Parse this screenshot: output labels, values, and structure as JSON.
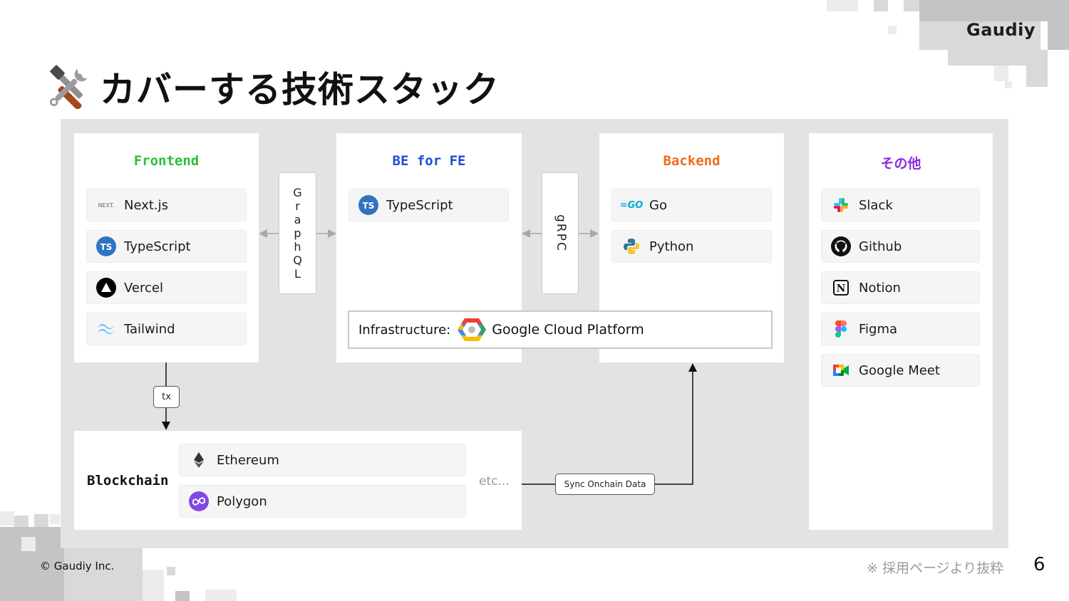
{
  "brand": {
    "logo": "Gaudiy"
  },
  "title": "カバーする技術スタック",
  "title_icon": "hammer-and-wrench-icon",
  "cards": {
    "frontend": {
      "title": "Frontend",
      "color": "#2bbf38",
      "items": [
        {
          "label": "Next.js",
          "icon": "nextjs-icon"
        },
        {
          "label": "TypeScript",
          "icon": "typescript-icon"
        },
        {
          "label": "Vercel",
          "icon": "vercel-icon"
        },
        {
          "label": "Tailwind",
          "icon": "tailwind-icon"
        }
      ]
    },
    "be_for_fe": {
      "title": "BE for FE",
      "color": "#1f4ed8",
      "items": [
        {
          "label": "TypeScript",
          "icon": "typescript-icon"
        }
      ]
    },
    "backend": {
      "title": "Backend",
      "color": "#ef6b1e",
      "items": [
        {
          "label": "Go",
          "icon": "go-icon"
        },
        {
          "label": "Python",
          "icon": "python-icon"
        }
      ]
    },
    "others": {
      "title": "その他",
      "color": "#8a2be2",
      "items": [
        {
          "label": "Slack",
          "icon": "slack-icon"
        },
        {
          "label": "Github",
          "icon": "github-icon"
        },
        {
          "label": "Notion",
          "icon": "notion-icon"
        },
        {
          "label": "Figma",
          "icon": "figma-icon"
        },
        {
          "label": "Google Meet",
          "icon": "google-meet-icon"
        }
      ]
    },
    "blockchain": {
      "title": "Blockchain",
      "items": [
        {
          "label": "Ethereum",
          "icon": "ethereum-icon"
        },
        {
          "label": "Polygon",
          "icon": "polygon-icon"
        }
      ],
      "etc": "etc..."
    }
  },
  "connectors": {
    "graphql": "GraphQL",
    "grpc": "gRPC",
    "tx": "tx",
    "sync": "Sync Onchain Data"
  },
  "infrastructure": {
    "label": "Infrastructure:",
    "value": "Google Cloud Platform",
    "icon": "gcp-icon"
  },
  "footer": {
    "copyright": "© Gaudiy Inc.",
    "note": "※ 採用ページより抜粋",
    "page": "6"
  }
}
